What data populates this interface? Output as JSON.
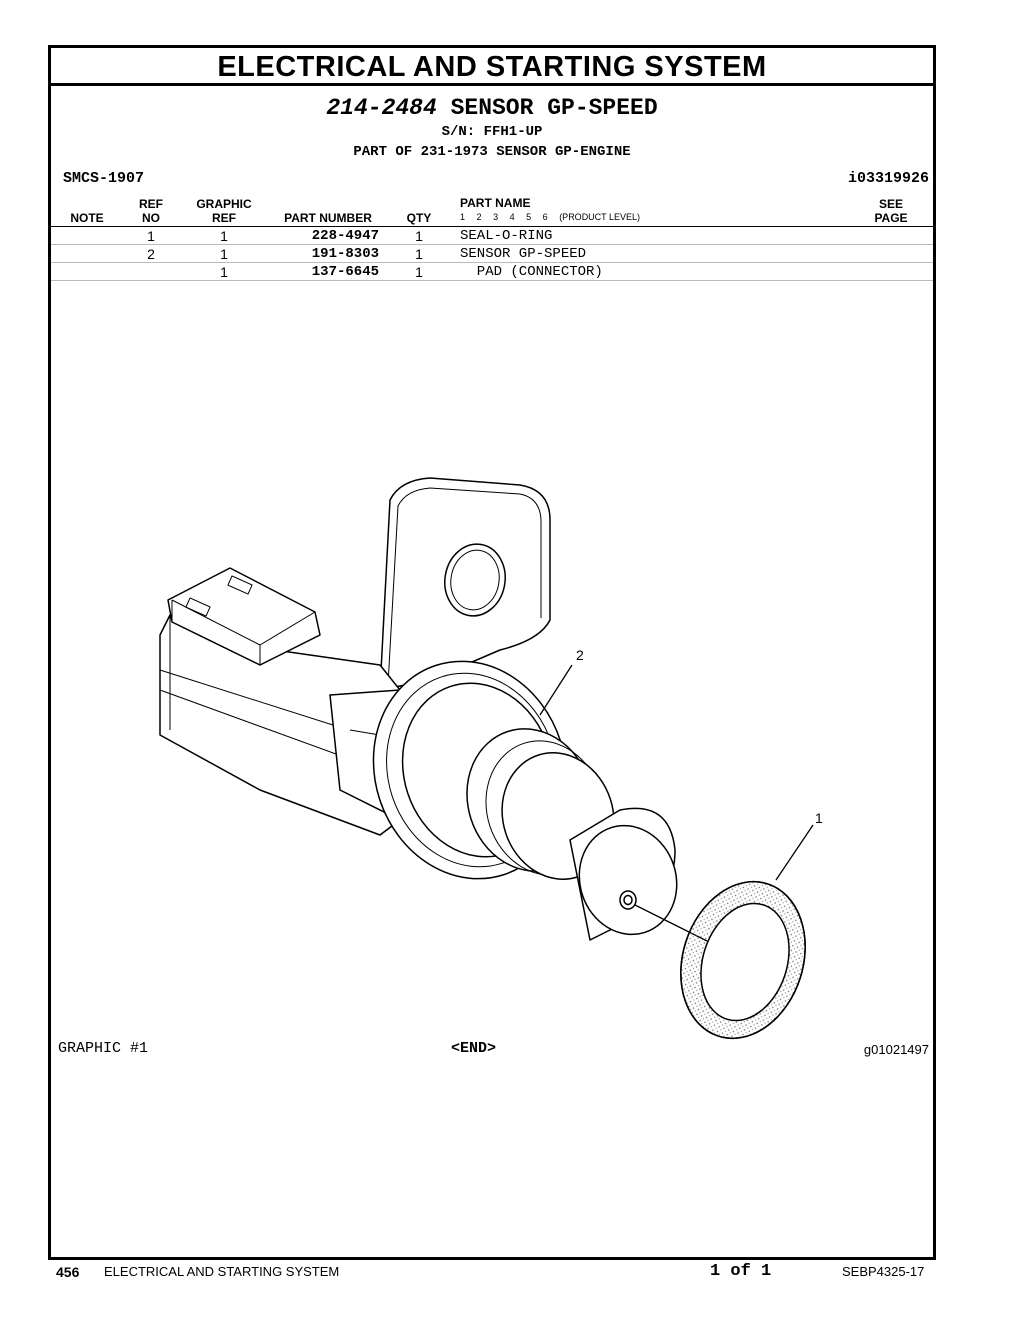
{
  "banner": "ELECTRICAL AND STARTING SYSTEM",
  "title": {
    "part_number": "214-2484",
    "name": "SENSOR GP-SPEED"
  },
  "serial": "S/N: FFH1-UP",
  "part_of": "PART OF 231-1973 SENSOR GP-ENGINE",
  "smcs": "SMCS-1907",
  "doc_id": "i03319926",
  "table": {
    "headers": {
      "note": "NOTE",
      "ref_no_1": "REF",
      "ref_no_2": "NO",
      "graphic_ref_1": "GRAPHIC",
      "graphic_ref_2": "REF",
      "part_number": "PART NUMBER",
      "qty": "QTY",
      "part_name": "PART NAME",
      "levels": [
        "1",
        "2",
        "3",
        "4",
        "5",
        "6"
      ],
      "product_level": "(PRODUCT LEVEL)",
      "see_page_1": "SEE",
      "see_page_2": "PAGE"
    },
    "rows": [
      {
        "note": "",
        "ref_no": "1",
        "graphic_ref": "1",
        "part_number": "228-4947",
        "qty": "1",
        "part_name": "SEAL-O-RING"
      },
      {
        "note": "",
        "ref_no": "2",
        "graphic_ref": "1",
        "part_number": "191-8303",
        "qty": "1",
        "part_name": "SENSOR GP-SPEED"
      },
      {
        "note": "",
        "ref_no": "",
        "graphic_ref": "1",
        "part_number": "137-6645",
        "qty": "1",
        "part_name": "  PAD (CONNECTOR)"
      }
    ]
  },
  "graphic": {
    "label": "GRAPHIC #1",
    "end": "<END>",
    "id": "g01021497",
    "callouts": [
      "2",
      "1"
    ]
  },
  "footer": {
    "page": "456",
    "section": "ELECTRICAL AND STARTING SYSTEM",
    "pages": "1 of 1",
    "doc": "SEBP4325-17"
  }
}
